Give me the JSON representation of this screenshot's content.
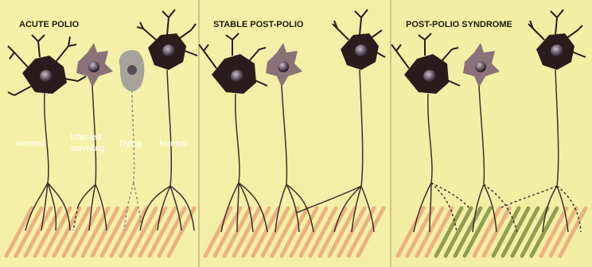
{
  "panels": [
    {
      "title": "ACUTE POLIO",
      "labels": [
        "Normal",
        "Infected,",
        "surviving",
        "Dying",
        "Normal"
      ]
    },
    {
      "title": "STABLE POST-POLIO"
    },
    {
      "title": "POST-POLIO SYNDROME"
    }
  ],
  "colors": {
    "background": "#f3efa5",
    "panel_divider": "#c9c48a",
    "healthy_neuron": "#2a1c1d",
    "infected_neuron": "#8b7278",
    "dying_neuron": "#a5a39c",
    "axon": "#3a3232",
    "muscle_fiber": "#e8a87c",
    "weak_fiber": "#7a8a3c"
  },
  "icons": [
    "neuron-body-icon",
    "muscle-fiber-icon"
  ]
}
